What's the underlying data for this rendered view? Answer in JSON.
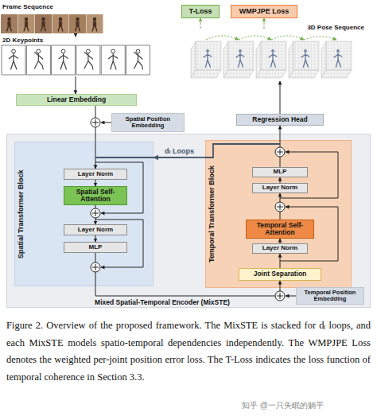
{
  "diagram": {
    "caption": "Figure 2. Overview of the proposed framework. The MixSTE is stacked for dₗ loops, and each MixSTE models spatio-temporal dependencies independently. The WMPJPE Loss denotes the weighted per-joint position error loss. The T-Loss indicates the loss function of temporal coherence in Section 3.3.",
    "nodes": [
      {
        "text": [
          "Frame Sequence"
        ]
      },
      {
        "text": [
          "T-Loss"
        ]
      },
      {
        "text": [
          "WMPJPE Loss"
        ]
      },
      {
        "text": [
          "3D Pose Sequence"
        ]
      },
      {
        "text": [
          "2D Keypoints"
        ]
      },
      {
        "text": [
          "Linear Embedding"
        ]
      },
      {
        "text": [
          "Spatial Position Embedding"
        ]
      },
      {
        "text": [
          "Regression Head"
        ]
      },
      {
        "text": [
          "Mixed Spatial-Temporal Encoder (MixSTE)"
        ]
      },
      {
        "text": [
          "Spatial Transformer Block"
        ],
        "in": 8
      },
      {
        "text": [
          "Layer Norm"
        ],
        "in": 9
      },
      {
        "text": [
          "Spatial Self-Attention"
        ],
        "in": 9
      },
      {
        "text": [
          "Layer Norm"
        ],
        "in": 9
      },
      {
        "text": [
          "MLP"
        ],
        "in": 9
      },
      {
        "text": [
          "Temporal Transformer Block"
        ],
        "in": 8
      },
      {
        "text": [
          "MLP"
        ],
        "in": 14
      },
      {
        "text": [
          "Layer Norm"
        ],
        "in": 14
      },
      {
        "text": [
          "Temporal Self-Attention"
        ],
        "in": 14
      },
      {
        "text": [
          "Layer Norm"
        ],
        "in": 14
      },
      {
        "text": [
          "Joint Separation"
        ],
        "in": 14
      },
      {
        "text": [
          "Temporal Position Embedding"
        ],
        "in": 8
      }
    ],
    "edges": [
      {
        "from": 0,
        "to": 4,
        "arrow": "to"
      },
      {
        "from": 4,
        "to": 5,
        "arrow": "to"
      },
      {
        "from": 5,
        "to": 10,
        "arrow": "to"
      },
      {
        "from": 10,
        "to": 11,
        "arrow": "to"
      },
      {
        "from": 11,
        "to": 12,
        "arrow": "to"
      },
      {
        "from": 12,
        "to": 13,
        "arrow": "to"
      },
      {
        "from": 13,
        "to": 19,
        "arrow": "to"
      },
      {
        "from": 19,
        "to": 18,
        "arrow": "to"
      },
      {
        "from": 18,
        "to": 17,
        "arrow": "to"
      },
      {
        "from": 17,
        "to": 16,
        "arrow": "to"
      },
      {
        "from": 16,
        "to": 15,
        "arrow": "to"
      },
      {
        "from": 15,
        "to": 7,
        "arrow": "to"
      },
      {
        "from": 14,
        "to": 9,
        "label": "dₗ Loops",
        "arrow": "to"
      },
      {
        "from": 7,
        "to": 3,
        "arrow": "to"
      },
      {
        "from": 3,
        "to": 1,
        "arrow": "to"
      },
      {
        "from": 3,
        "to": 2,
        "arrow": "to"
      }
    ],
    "labels": [
      "知乎 @一只失眠的躺平"
    ]
  }
}
